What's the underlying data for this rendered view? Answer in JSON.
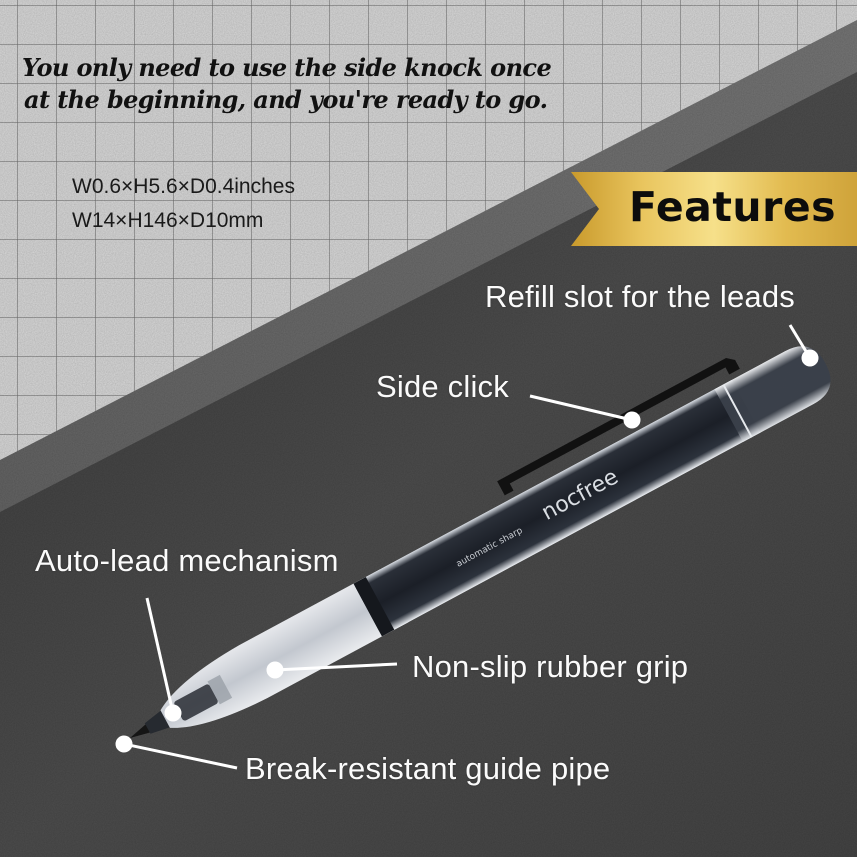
{
  "headline": {
    "line1": "You only need to use the side knock once",
    "line2": "at the beginning, and you're ready to go."
  },
  "dimensions": {
    "inches": "W0.6×H5.6×D0.4inches",
    "millimeters": "W14×H146×D10mm"
  },
  "banner": {
    "label": "Features",
    "gradient_colors": [
      "#c89a2e",
      "#f3da7c",
      "#d8ad44"
    ]
  },
  "product": {
    "brand": "nocfree",
    "subtitle": "automatic sharp"
  },
  "callouts": [
    {
      "id": "refill-slot",
      "label": "Refill slot for the leads"
    },
    {
      "id": "side-click",
      "label": "Side click"
    },
    {
      "id": "auto-lead",
      "label": "Auto-lead mechanism"
    },
    {
      "id": "rubber-grip",
      "label": "Non-slip rubber grip"
    },
    {
      "id": "guide-pipe",
      "label": "Break-resistant guide pipe"
    }
  ],
  "colors": {
    "grid_background": "#d9d9d9",
    "mid_band": "#6e6e6e",
    "dark_background": "#484848",
    "callout_text": "#ffffff"
  }
}
